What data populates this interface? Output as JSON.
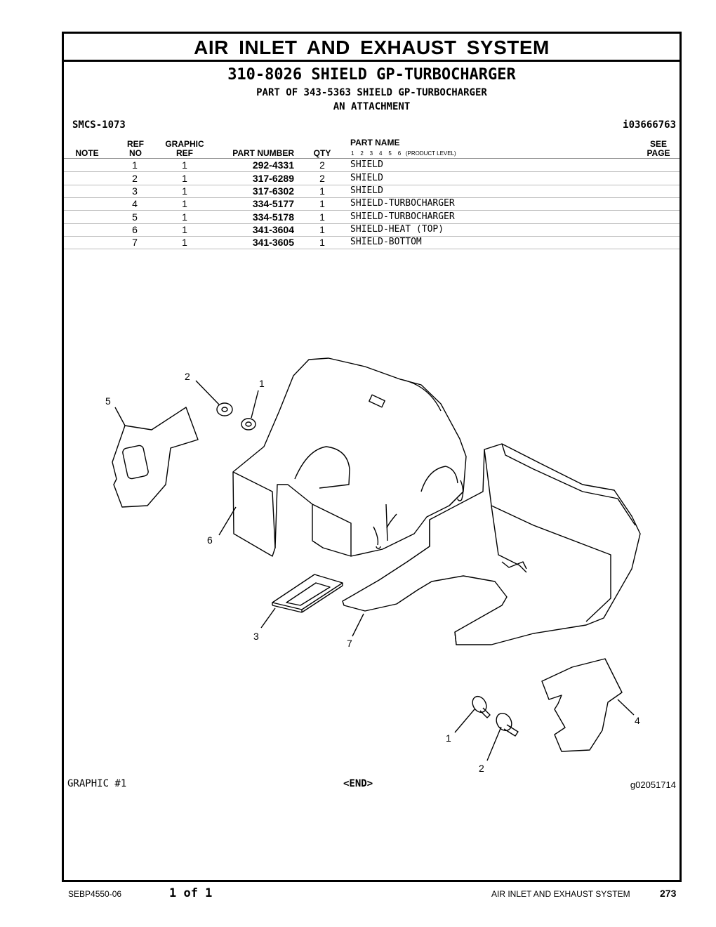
{
  "header": {
    "section_title": "AIR INLET AND EXHAUST SYSTEM",
    "group_title": "310-8026 SHIELD GP-TURBOCHARGER",
    "subtitle_1": "PART OF 343-5363 SHIELD GP-TURBOCHARGER",
    "subtitle_2": "AN ATTACHMENT",
    "smcs": "SMCS-1073",
    "info_id": "i03666763"
  },
  "table": {
    "columns": {
      "note": "NOTE",
      "ref_top": "REF",
      "ref_bottom": "NO",
      "graphic_top": "GRAPHIC",
      "graphic_bottom": "REF",
      "part_number": "PART NUMBER",
      "qty": "QTY",
      "part_name": "PART NAME",
      "product_levels": "1    2    3    4    5    6   (PRODUCT LEVEL)",
      "see_top": "SEE",
      "see_bottom": "PAGE"
    },
    "rows": [
      {
        "ref": "1",
        "graphic_ref": "1",
        "part_number": "292-4331",
        "qty": "2",
        "name": "SHIELD"
      },
      {
        "ref": "2",
        "graphic_ref": "1",
        "part_number": "317-6289",
        "qty": "2",
        "name": "SHIELD"
      },
      {
        "ref": "3",
        "graphic_ref": "1",
        "part_number": "317-6302",
        "qty": "1",
        "name": "SHIELD"
      },
      {
        "ref": "4",
        "graphic_ref": "1",
        "part_number": "334-5177",
        "qty": "1",
        "name": "SHIELD-TURBOCHARGER"
      },
      {
        "ref": "5",
        "graphic_ref": "1",
        "part_number": "334-5178",
        "qty": "1",
        "name": "SHIELD-TURBOCHARGER"
      },
      {
        "ref": "6",
        "graphic_ref": "1",
        "part_number": "341-3604",
        "qty": "1",
        "name": "SHIELD-HEAT (TOP)"
      },
      {
        "ref": "7",
        "graphic_ref": "1",
        "part_number": "341-3605",
        "qty": "1",
        "name": "SHIELD-BOTTOM"
      }
    ]
  },
  "illustration": {
    "callouts": [
      "2",
      "1",
      "5",
      "6",
      "3",
      "7",
      "1",
      "2",
      "4"
    ]
  },
  "graphic": {
    "label": "GRAPHIC #1",
    "end": "<END>",
    "id": "g02051714"
  },
  "footer": {
    "doc_number": "SEBP4550-06",
    "page_of": "1 of 1",
    "section": "AIR INLET AND EXHAUST SYSTEM",
    "page_number": "273"
  }
}
